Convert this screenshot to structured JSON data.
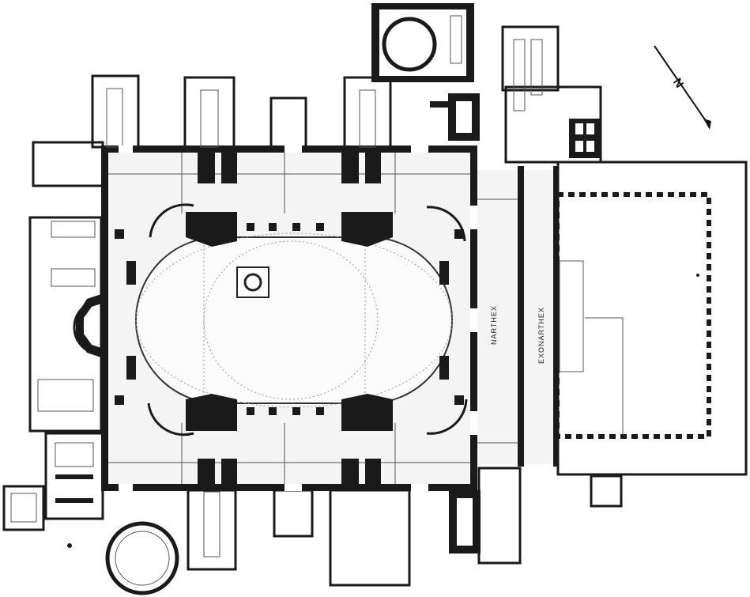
{
  "plan": {
    "north_label": "N",
    "narthex_label": "NARTHEX",
    "exonarthex_label": "EXONARTHEX"
  },
  "colors": {
    "ink": "#1a1a1a",
    "paper": "#ffffff",
    "floor": "#f4f4f4"
  }
}
